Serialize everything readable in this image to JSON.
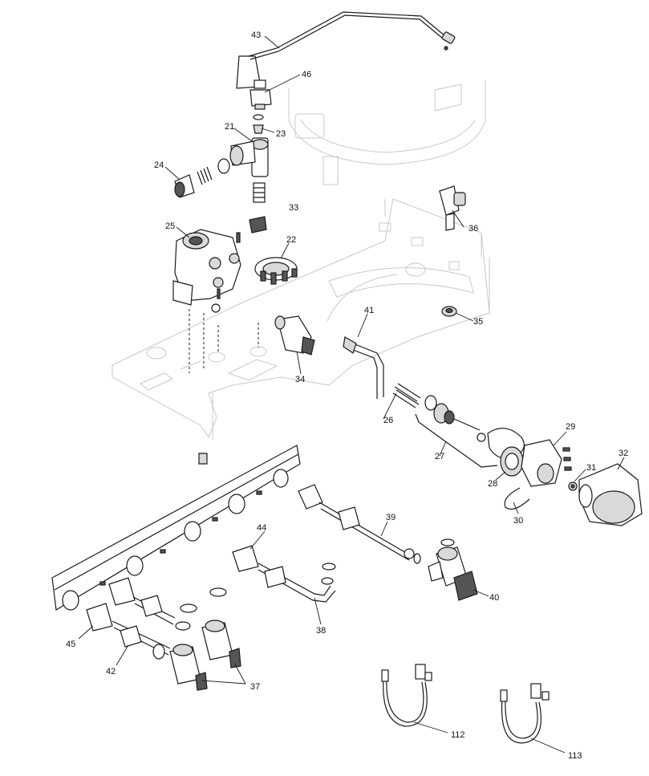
{
  "callouts": {
    "p21": "21",
    "p22": "22",
    "p23": "23",
    "p24": "24",
    "p25": "25",
    "p26": "26",
    "p27": "27",
    "p28": "28",
    "p29": "29",
    "p30": "30",
    "p31": "31",
    "p32": "32",
    "p33": "33",
    "p34": "34",
    "p35": "35",
    "p36": "36",
    "p37": "37",
    "p38": "38",
    "p39": "39",
    "p40": "40",
    "p41": "41",
    "p42": "42",
    "p43": "43",
    "p44": "44",
    "p45": "45",
    "p46": "46",
    "p112": "112",
    "p113": "113"
  }
}
